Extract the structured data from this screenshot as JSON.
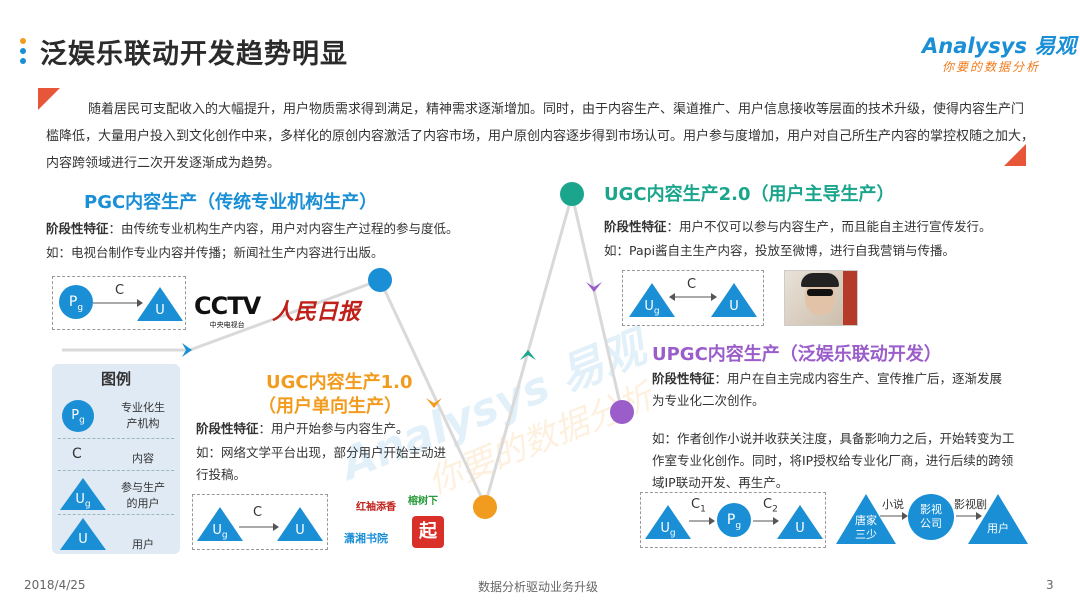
{
  "header": {
    "title": "泛娱乐联动开发趋势明显",
    "logo_main": "Analysys 易观",
    "logo_sub": "你要的数据分析"
  },
  "intro": "随着居民可支配收入的大幅提升，用户物质需求得到满足，精神需求逐渐增加。同时，由于内容生产、渠道推广、用户信息接收等层面的技术升级，使得内容生产门槛降低，大量用户投入到文化创作中来，多样化的原创内容激活了内容市场，用户原创内容逐步得到市场认可。用户参与度增加，用户对自己所生产内容的掌控权随之加大，内容跨领域进行二次开发逐渐成为趋势。",
  "pgc": {
    "title": "PGC内容生产（传统专业机构生产）",
    "feature_label": "阶段性特征",
    "feature": "：由传统专业机构生产内容，用户对内容生产过程的参与度低。",
    "example": "如：电视台制作专业内容并传播；新闻社生产内容进行出版。",
    "diagram": {
      "from": "P",
      "from_sub": "g",
      "edge": "C",
      "to": "U"
    },
    "logo_cctv": "CCTV",
    "logo_cctv_sub": "中央电视台",
    "logo_rmrb": "人民日报"
  },
  "ugc1": {
    "title_line1": "UGC内容生产1.0",
    "title_line2": "（用户单向生产）",
    "feature_label": "阶段性特征",
    "feature": "：用户开始参与内容生产。",
    "example": "如：网络文学平台出现，部分用户开始主动进行投稿。",
    "diagram": {
      "from": "U",
      "from_sub": "g",
      "edge": "C",
      "to": "U"
    },
    "logos": [
      "红袖添香",
      "榕树下",
      "潇湘书院",
      "起"
    ]
  },
  "ugc2": {
    "title": "UGC内容生产2.0（用户主导生产）",
    "feature_label": "阶段性特征",
    "feature": "：用户不仅可以参与内容生产，而且能自主进行宣传发行。",
    "example": "如：Papi酱自主生产内容，投放至微博，进行自我营销与传播。",
    "diagram": {
      "from": "U",
      "from_sub": "g",
      "edge": "C",
      "to": "U"
    }
  },
  "upgc": {
    "title": "UPGC内容生产（泛娱乐联动开发）",
    "feature_label": "阶段性特征",
    "feature": "：用户在自主完成内容生产、宣传推广后，逐渐发展为专业化二次创作。",
    "example": "如：作者创作小说并收获关注度，具备影响力之后，开始转变为工作室专业化创作。同时，将IP授权给专业化厂商，进行后续的跨领域IP联动开发、再生产。",
    "diagram": {
      "n1": "U",
      "n1_sub": "g",
      "e1": "C",
      "e1_sub": "1",
      "n2": "P",
      "n2_sub": "g",
      "e2": "C",
      "e2_sub": "2",
      "n3": "U"
    },
    "example_diagram": {
      "n1": "唐家三少",
      "e1": "小说",
      "n2": "影视公司",
      "e2": "影视剧",
      "n3": "用户"
    }
  },
  "legend": {
    "title": "图例",
    "items": [
      {
        "symbol": "P",
        "sub": "g",
        "label": "专业化生产机构"
      },
      {
        "symbol": "C",
        "sub": "",
        "label": "内容"
      },
      {
        "symbol": "U",
        "sub": "g",
        "label": "参与生产的用户"
      },
      {
        "symbol": "U",
        "sub": "",
        "label": "用户"
      }
    ]
  },
  "watermark": {
    "main": "Analysys 易观",
    "sub": "你要的数据分析"
  },
  "footer": {
    "date": "2018/4/25",
    "center": "数据分析驱动业务升级",
    "page": "3"
  },
  "colors": {
    "blue": "#1a8fd6",
    "teal": "#1aa58c",
    "purple": "#9b5dc9",
    "orange": "#f29c1f",
    "red": "#e8563a"
  }
}
